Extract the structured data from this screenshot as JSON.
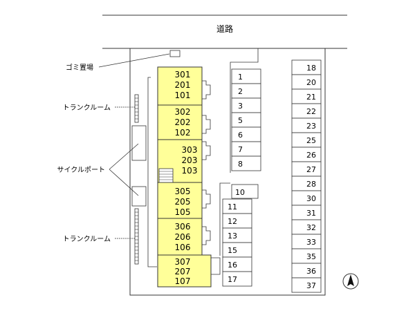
{
  "road_label": "道路",
  "labels": {
    "garbage": "ゴミ置場",
    "trunk_room": "トランクルーム",
    "cycle_port": "サイクルポート"
  },
  "building_units": [
    [
      "301",
      "201",
      "101"
    ],
    [
      "302",
      "202",
      "102"
    ],
    [
      "303",
      "203",
      "103"
    ],
    [
      "305",
      "205",
      "105"
    ],
    [
      "306",
      "206",
      "106"
    ],
    [
      "307",
      "207",
      "107"
    ]
  ],
  "parking_left": [
    "1",
    "2",
    "3",
    "5",
    "6",
    "7",
    "8"
  ],
  "parking_mid_single": "10",
  "parking_mid": [
    "11",
    "12",
    "13",
    "15",
    "16",
    "17"
  ],
  "parking_right": [
    "18",
    "20",
    "21",
    "22",
    "23",
    "25",
    "26",
    "27",
    "28",
    "30",
    "31",
    "32",
    "33",
    "35",
    "36",
    "37"
  ],
  "colors": {
    "building_fill": "#ffff99",
    "line": "#333333"
  }
}
